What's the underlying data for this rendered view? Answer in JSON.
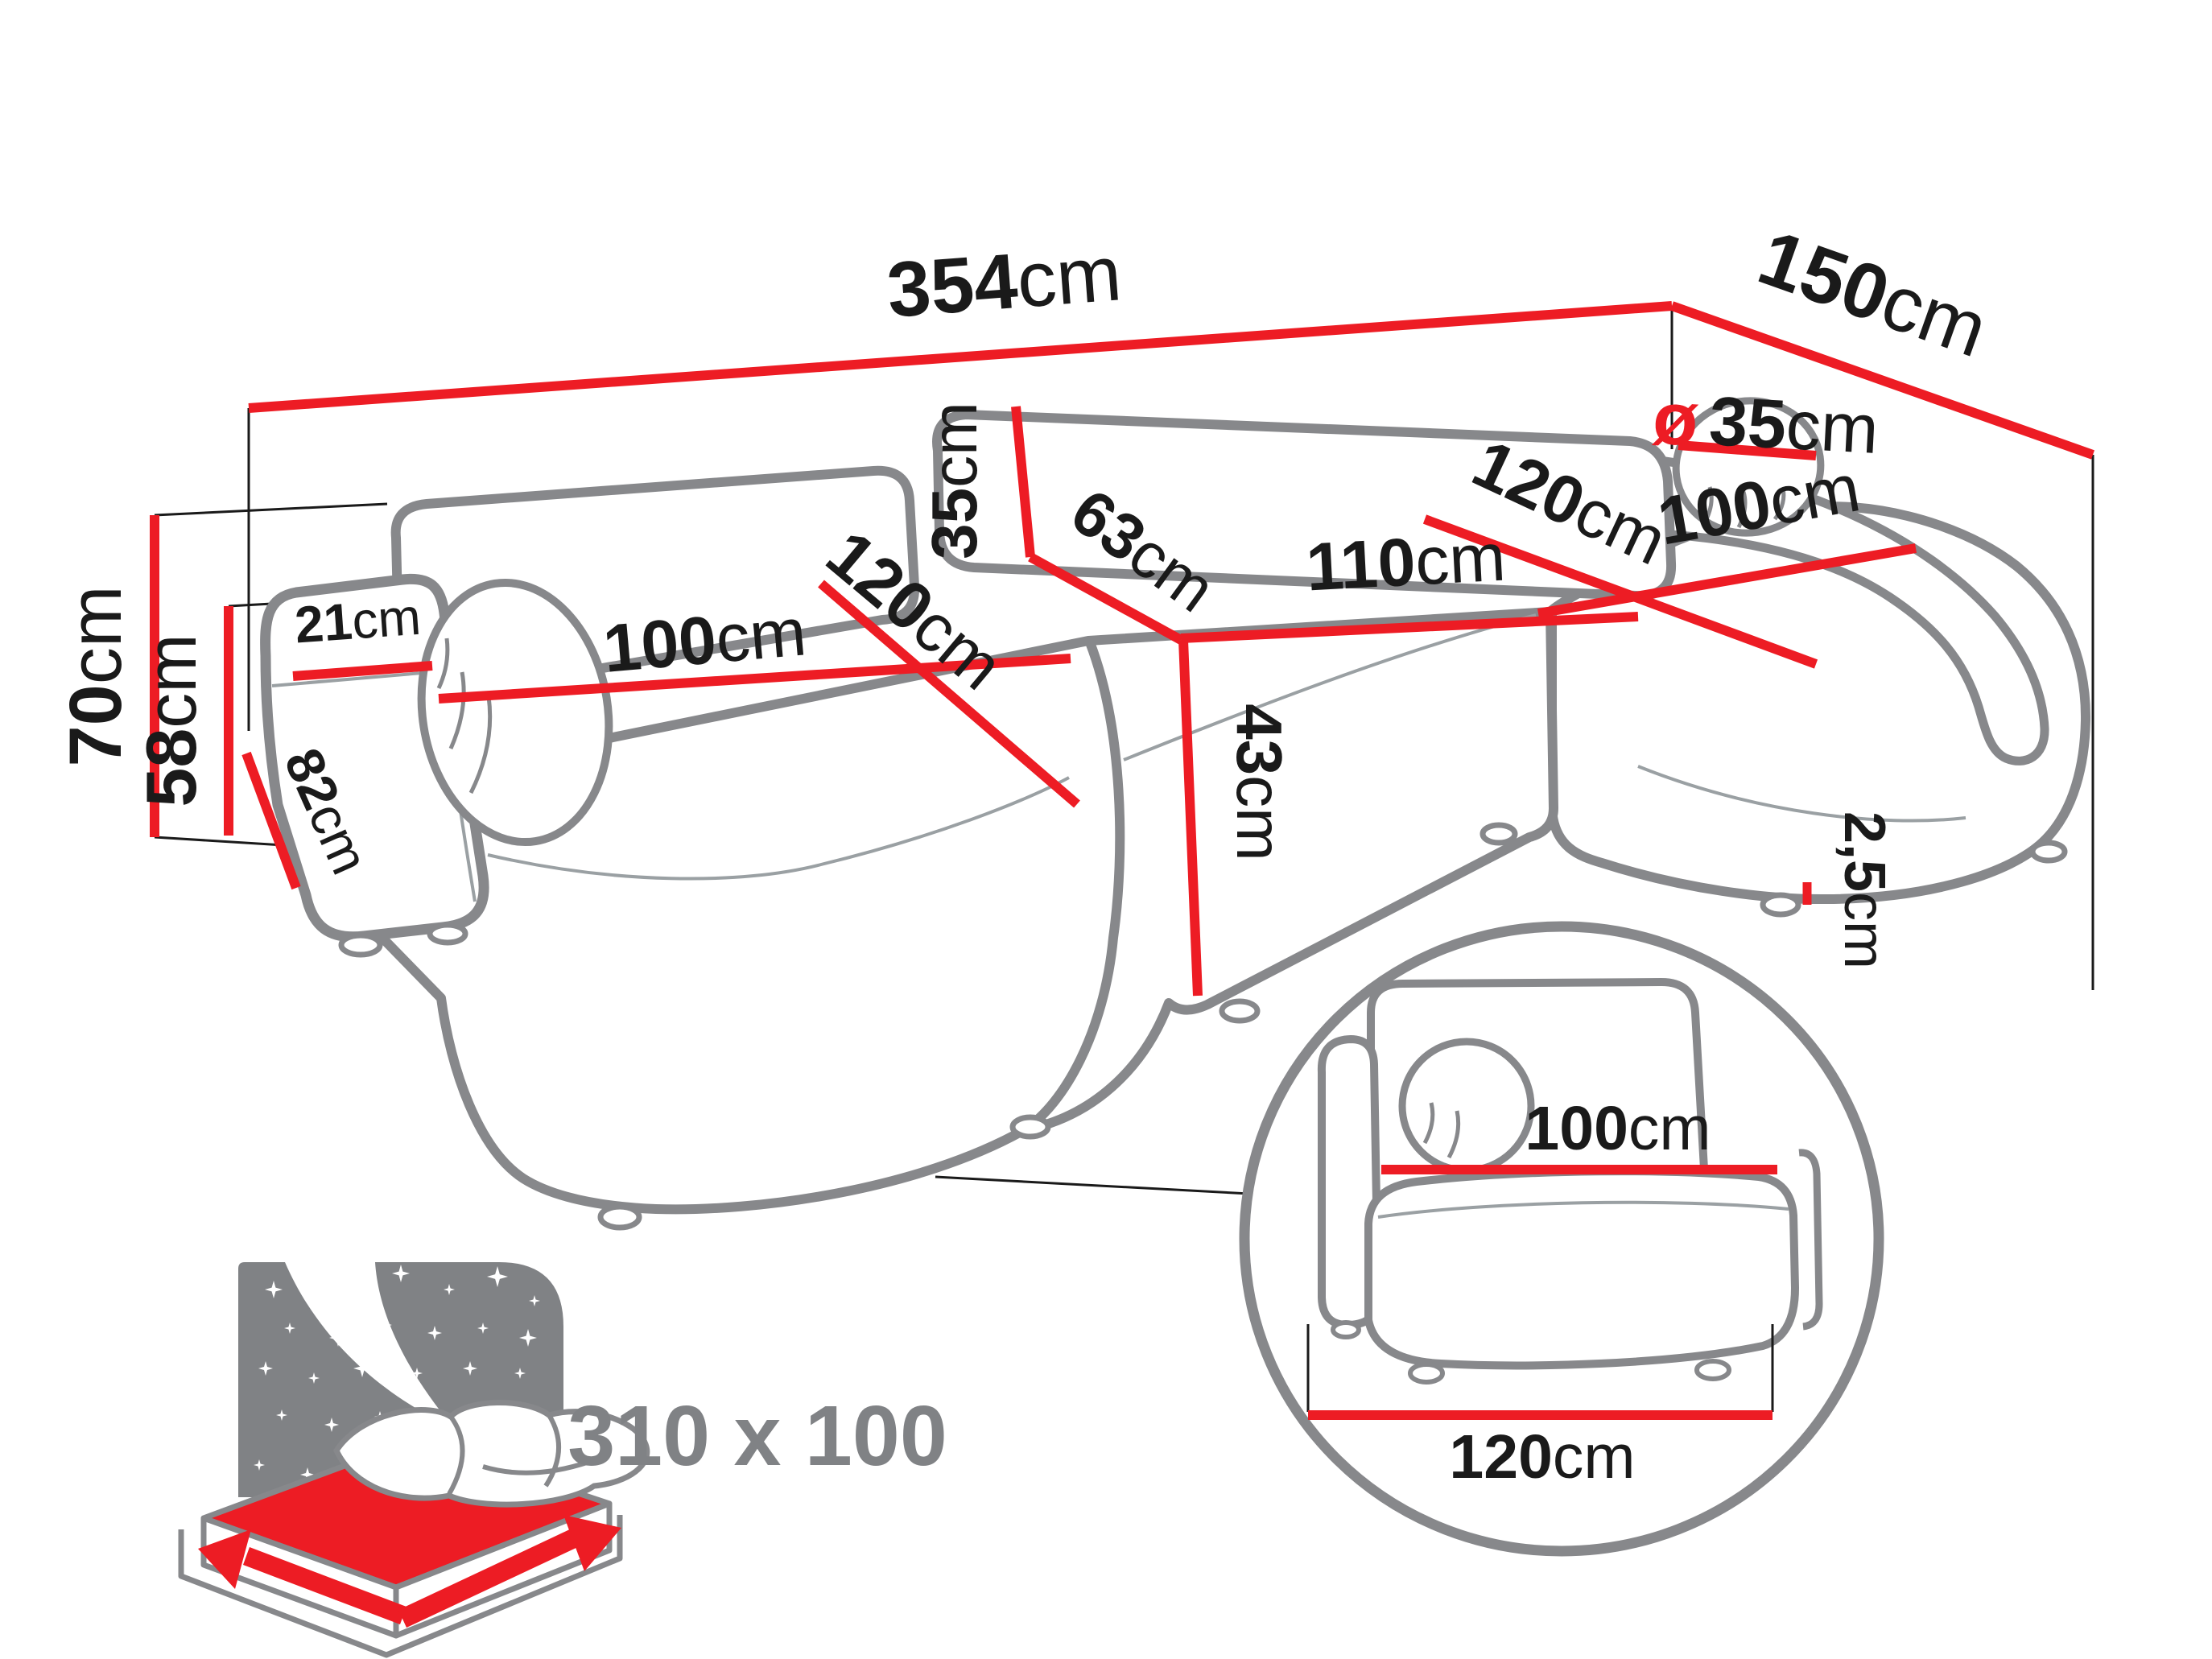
{
  "diagram": {
    "type": "corner-sofa-dimension-drawing",
    "colors": {
      "dimension_red": "#ED1C24",
      "outline_gray": "#87888B",
      "thin_line_black": "#1a1a1a",
      "icon_gray": "#808285",
      "label_black": "#1a1a1a"
    },
    "labels": {
      "total_width": "354cm",
      "total_depth": "150cm",
      "overall_height": "70cm",
      "armrest_height": "58cm",
      "armrest_top_width": "21cm",
      "armrest_depth": "82cm",
      "left_seat_width": "100cm",
      "left_seat_depth": "120cm",
      "backrest_height": "35cm",
      "backrest_depth": "63cm",
      "middle_seat_width": "110cm",
      "seat_height": "43cm",
      "chaise_depth": "120cm",
      "chaise_width": "100cm",
      "bolster_diameter_symbol": "ø",
      "bolster_diameter": "35cm",
      "leg_height": "2,5cm",
      "sleeping_area": "310 x 100",
      "inset_seat_width": "100cm",
      "inset_base_width": "120cm"
    }
  }
}
